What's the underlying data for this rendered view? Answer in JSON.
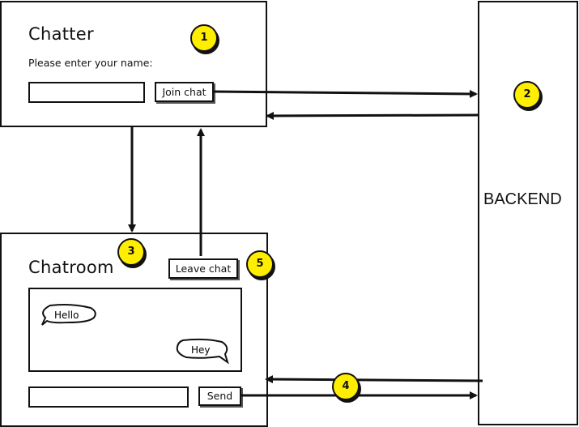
{
  "chatter": {
    "title": "Chatter",
    "prompt": "Please enter your name:",
    "name_value": "",
    "join_label": "Join chat"
  },
  "chatroom": {
    "title": "Chatroom",
    "leave_label": "Leave chat",
    "messages": [
      "Hello",
      "Hey"
    ],
    "message_value": "",
    "send_label": "Send"
  },
  "backend": {
    "label": "BACKEND"
  },
  "markers": [
    "1",
    "2",
    "3",
    "4",
    "5"
  ],
  "colors": {
    "marker": "#ffee00",
    "line": "#111111"
  }
}
